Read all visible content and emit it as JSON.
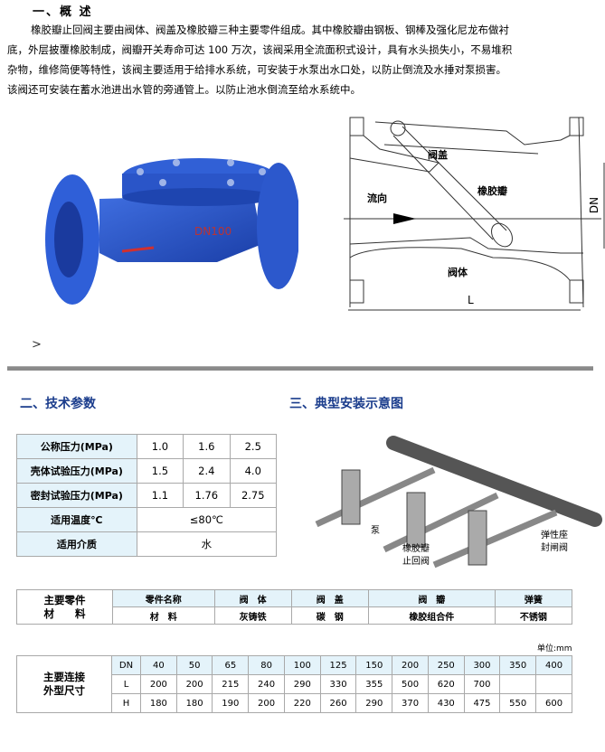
{
  "section1": {
    "title": "一、概 述",
    "paragraphs": [
      "橡胶瓣止回阀主要由阀体、阀盖及橡胶瓣三种主要零件组成。其中橡胶瓣由钢板、钢棒及强化尼龙布做衬 底，外层披覆橡胶制成，阀瓣开关寿命可达 100 万次，该阀采用全流面积式设计，具有水头损失小，不易堆积 杂物，维修简便等特性，该阀主要适用于给排水系统，可安装于水泵出水口处，以防止倒流及水捶对泵损害。 该阀还可安装在蓄水池进出水管的旁通管上。以防止池水倒流至给水系统中。"
    ],
    "product_photo": {
      "alt": "橡胶瓣止回阀实物图",
      "casting_mark": "DN100",
      "color": "#2a55c8"
    },
    "diagram": {
      "labels": {
        "cover": "阀盖",
        "disc": "橡胶瓣",
        "flow": "流向",
        "body": "阀体",
        "dn": "DN",
        "length": "L"
      }
    },
    "chevron": ">"
  },
  "section2": {
    "title": "二、技术参数",
    "params_table": {
      "rows": [
        {
          "label": "公称压力(MPa)",
          "values": [
            "1.0",
            "1.6",
            "2.5"
          ]
        },
        {
          "label": "壳体试验压力(MPa)",
          "values": [
            "1.5",
            "2.4",
            "4.0"
          ]
        },
        {
          "label": "密封试验压力(MPa)",
          "values": [
            "1.1",
            "1.76",
            "2.75"
          ]
        },
        {
          "label": "适用温度℃",
          "span_value": "≤80℃"
        },
        {
          "label": "适用介质",
          "span_value": "水"
        }
      ]
    }
  },
  "section3": {
    "title": "三、典型安装示意图",
    "install_labels": {
      "pump": "泵",
      "check_valve_1": "橡胶瓣",
      "check_valve_2": "止回阀",
      "gate_valve_1": "弹性座",
      "gate_valve_2": "封闸阀"
    }
  },
  "materials_table": {
    "row_header_line1": "主要零件",
    "row_header_line2": "材　　料",
    "headers": [
      "零件名称",
      "阀　体",
      "阀　盖",
      "阀　瓣",
      "弹簧"
    ],
    "values": [
      "材　料",
      "灰铸铁",
      "碳　钢",
      "橡胶组合件",
      "不锈钢"
    ]
  },
  "dimensions_table": {
    "unit": "单位:mm",
    "row_header_line1": "主要连接",
    "row_header_line2": "外型尺寸",
    "rows": [
      {
        "label": "DN",
        "values": [
          "40",
          "50",
          "65",
          "80",
          "100",
          "125",
          "150",
          "200",
          "250",
          "300",
          "350",
          "400"
        ]
      },
      {
        "label": "L",
        "values": [
          "200",
          "200",
          "215",
          "240",
          "290",
          "330",
          "355",
          "500",
          "620",
          "700",
          "",
          ""
        ]
      },
      {
        "label": "H",
        "values": [
          "180",
          "180",
          "190",
          "200",
          "220",
          "260",
          "290",
          "370",
          "430",
          "475",
          "550",
          "600"
        ]
      }
    ]
  }
}
